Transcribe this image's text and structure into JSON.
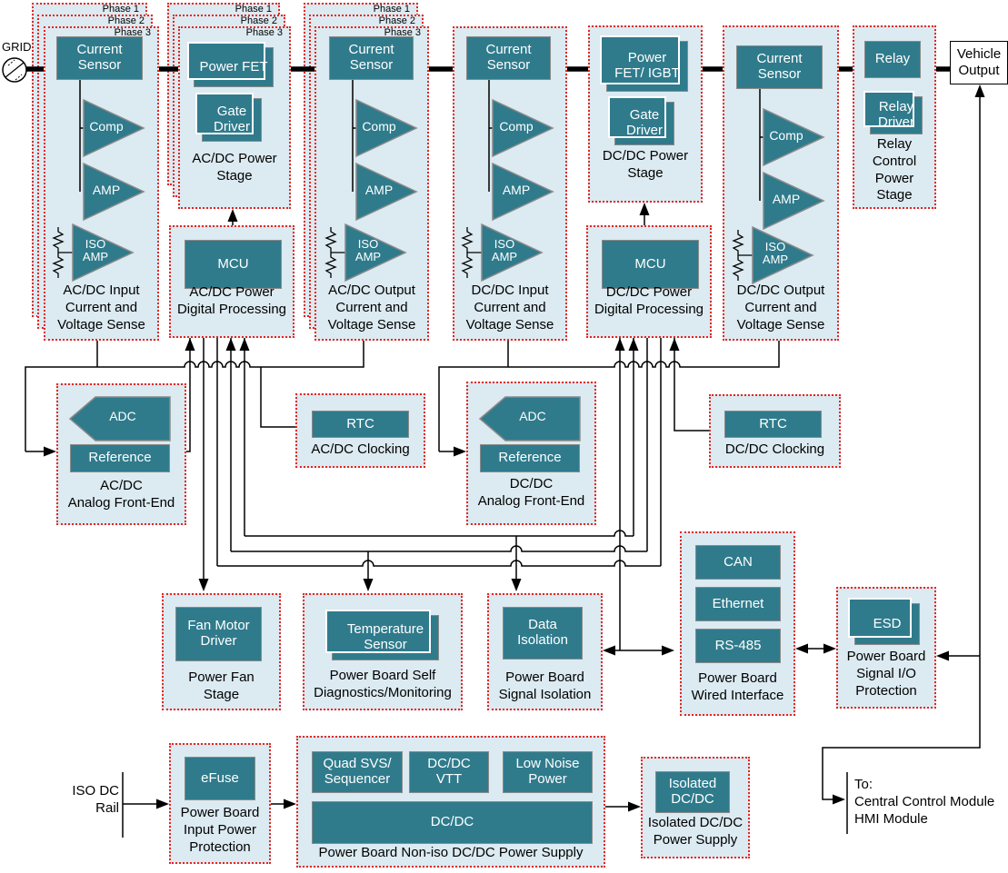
{
  "colors": {
    "teal": "#2f7b8c",
    "container_bg": "#dceaf1",
    "container_border": "#e8221f",
    "wire": "#000000"
  },
  "phases": [
    "Phase 1",
    "Phase 2",
    "Phase 3"
  ],
  "common": {
    "sensor": "Current\nSensor",
    "comp": "Comp",
    "amp": "AMP",
    "iso_amp": "ISO\nAMP",
    "mcu": "MCU",
    "rtc": "RTC",
    "adc": "ADC",
    "reference": "Reference",
    "gate_driver": "Gate\nDriver"
  },
  "col1": {
    "caption": "AC/DC Input\nCurrent and\nVoltage Sense"
  },
  "col2": {
    "power_fet": "Power FET",
    "stage_caption": "AC/DC Power\nStage",
    "dp_caption": "AC/DC Power\nDigital Processing"
  },
  "col3": {
    "caption": "AC/DC Output\nCurrent and\nVoltage Sense"
  },
  "col4": {
    "caption": "DC/DC Input\nCurrent and\nVoltage Sense"
  },
  "col5": {
    "power_fet": "Power\nFET/ IGBT",
    "stage_caption": "DC/DC Power\nStage",
    "dp_caption": "DC/DC Power\nDigital Processing"
  },
  "col6": {
    "caption": "DC/DC Output\nCurrent and\nVoltage Sense"
  },
  "col7": {
    "relay": "Relay",
    "relay_driver": "Relay\nDriver",
    "caption": "Relay\nControl\nPower\nStage"
  },
  "afe_ac": {
    "caption": "AC/DC\nAnalog Front-End"
  },
  "clk_ac": {
    "caption": "AC/DC Clocking"
  },
  "afe_dc": {
    "caption": "DC/DC\nAnalog Front-End"
  },
  "clk_dc": {
    "caption": "DC/DC Clocking"
  },
  "fan": {
    "block": "Fan Motor\nDriver",
    "caption": "Power Fan\nStage"
  },
  "temp": {
    "block": "Temperature\nSensor",
    "caption": "Power Board Self\nDiagnostics/Monitoring"
  },
  "dataiso": {
    "block": "Data\nIsolation",
    "caption": "Power Board\nSignal Isolation"
  },
  "wired": {
    "can": "CAN",
    "ethernet": "Ethernet",
    "rs485": "RS-485",
    "caption": "Power Board\nWired Interface"
  },
  "esd": {
    "block": "ESD",
    "caption": "Power Board\nSignal I/O\nProtection"
  },
  "efuse": {
    "block": "eFuse",
    "caption": "Power Board\nInput Power\nProtection"
  },
  "noniso": {
    "quad_svs": "Quad SVS/\nSequencer",
    "dcdc_vtt": "DC/DC\nVTT",
    "low_noise": "Low Noise\nPower",
    "dcdc": "DC/DC",
    "caption": "Power Board Non-iso DC/DC Power Supply"
  },
  "isolated": {
    "block": "Isolated\nDC/DC",
    "caption": "Isolated DC/DC\nPower Supply"
  },
  "io": {
    "grid": "GRID",
    "vehicle_output": "Vehicle Output",
    "iso_dc_rail": "ISO DC\nRail",
    "to_modules": "To:\nCentral Control Module\nHMI Module"
  }
}
